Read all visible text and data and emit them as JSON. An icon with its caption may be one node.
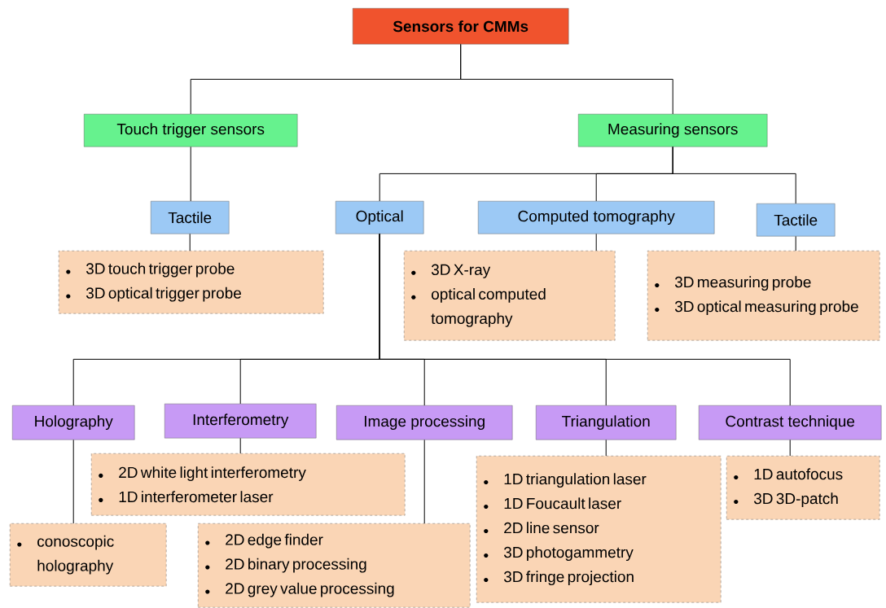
{
  "diagram": {
    "nodes": [
      {
        "text": [
          "Sensors for CMMs"
        ]
      },
      {
        "text": [
          "Touch trigger sensors"
        ]
      },
      {
        "text": [
          "Measuring sensors"
        ]
      },
      {
        "text": [
          "Tactile"
        ]
      },
      {
        "text": [
          "3D touch trigger probe",
          "3D optical trigger probe"
        ]
      },
      {
        "text": [
          "Optical"
        ]
      },
      {
        "text": [
          "Computed tomography"
        ]
      },
      {
        "text": [
          "Tactile"
        ]
      },
      {
        "text": [
          "3D X-ray",
          "optical computed tomography"
        ]
      },
      {
        "text": [
          "3D measuring probe",
          "3D optical measuring probe"
        ]
      },
      {
        "text": [
          "Holography"
        ]
      },
      {
        "text": [
          "Interferometry"
        ]
      },
      {
        "text": [
          "Image processing"
        ]
      },
      {
        "text": [
          "Triangulation"
        ]
      },
      {
        "text": [
          "Contrast technique"
        ]
      },
      {
        "text": [
          "2D white light interferometry",
          "1D interferometer laser"
        ]
      },
      {
        "text": [
          "conoscopic holography"
        ]
      },
      {
        "text": [
          "2D edge finder",
          "2D binary processing",
          "2D grey value processing"
        ]
      },
      {
        "text": [
          "1D triangulation laser",
          "1D Foucault laser",
          "2D line sensor",
          "3D photogammetry",
          "3D fringe projection"
        ]
      },
      {
        "text": [
          "1D autofocus",
          "3D 3D-patch"
        ]
      }
    ],
    "edges": [
      {
        "from": 0,
        "to": 1,
        "arrow": "none"
      },
      {
        "from": 0,
        "to": 2,
        "arrow": "none"
      },
      {
        "from": 1,
        "to": 3,
        "arrow": "none"
      },
      {
        "from": 3,
        "to": 4,
        "arrow": "none"
      },
      {
        "from": 2,
        "to": 5,
        "arrow": "none"
      },
      {
        "from": 2,
        "to": 6,
        "arrow": "none"
      },
      {
        "from": 2,
        "to": 7,
        "arrow": "none"
      },
      {
        "from": 6,
        "to": 8,
        "arrow": "none"
      },
      {
        "from": 7,
        "to": 9,
        "arrow": "none"
      },
      {
        "from": 5,
        "to": 10,
        "arrow": "none"
      },
      {
        "from": 5,
        "to": 11,
        "arrow": "none"
      },
      {
        "from": 5,
        "to": 12,
        "arrow": "none"
      },
      {
        "from": 5,
        "to": 13,
        "arrow": "none"
      },
      {
        "from": 5,
        "to": 14,
        "arrow": "none"
      },
      {
        "from": 10,
        "to": 16,
        "arrow": "none"
      },
      {
        "from": 11,
        "to": 15,
        "arrow": "none"
      },
      {
        "from": 12,
        "to": 17,
        "arrow": "none"
      },
      {
        "from": 13,
        "to": 18,
        "arrow": "none"
      },
      {
        "from": 14,
        "to": 19,
        "arrow": "none"
      }
    ]
  }
}
